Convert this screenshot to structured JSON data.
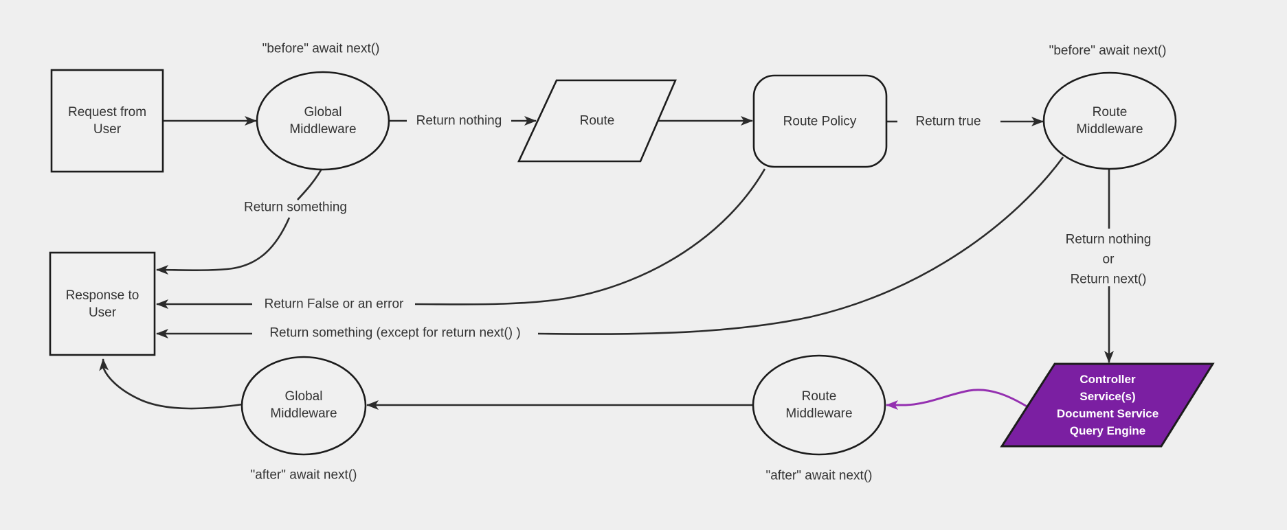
{
  "diagram": {
    "colors": {
      "background": "#efefef",
      "node_fill": "#f0f0f0",
      "border": "#1c1c1c",
      "edge": "#2b2b2b",
      "text": "#333333",
      "controller_fill": "#7b1fa2",
      "controller_text": "#ffffff",
      "controller_arrow": "#942fb0"
    },
    "nodes": {
      "request": {
        "label": "Request from\nUser"
      },
      "global_middleware_top": {
        "label": "Global\nMiddleware"
      },
      "route": {
        "label": "Route"
      },
      "route_policy": {
        "label": "Route Policy"
      },
      "route_middleware_top": {
        "label": "Route\nMiddleware"
      },
      "response": {
        "label": "Response to\nUser"
      },
      "controller": {
        "label": "Controller\nService(s)\nDocument Service\nQuery Engine"
      },
      "route_middleware_bottom": {
        "label": "Route\nMiddleware"
      },
      "global_middleware_bottom": {
        "label": "Global\nMiddleware"
      }
    },
    "edge_labels": {
      "before_global": "\"before\" await next()",
      "return_nothing": "Return nothing",
      "return_true": "Return true",
      "before_route": "\"before\" await next()",
      "return_something": "Return something",
      "return_false_or_error": "Return False or an error",
      "return_something_except": "Return something (except for return next() )",
      "return_nothing_or_next": "Return nothing\nor\nReturn next()",
      "after_route": "\"after\" await next()",
      "after_global": "\"after\" await next()"
    }
  }
}
